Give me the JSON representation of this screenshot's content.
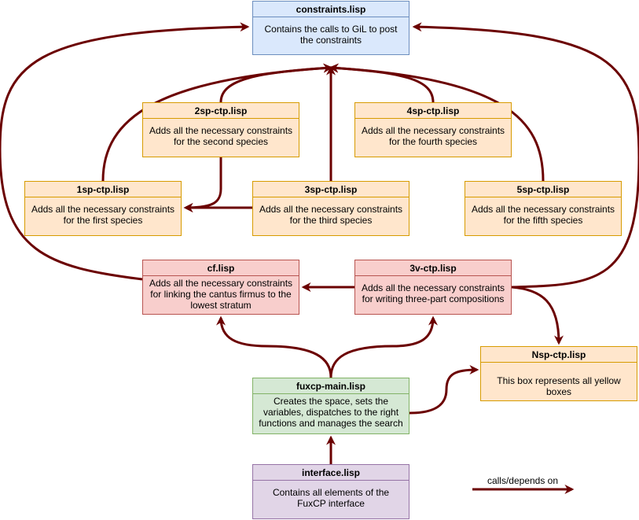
{
  "colors": {
    "arrow": "#6b0000",
    "blue": "#dae8fc",
    "orange": "#ffe6cc",
    "red": "#f8cecc",
    "green": "#d5e8d4",
    "purple": "#e1d5e7"
  },
  "nodes": {
    "constraints": {
      "title": "constraints.lisp",
      "desc": "Contains the calls to GiL to post the constraints"
    },
    "sp2": {
      "title": "2sp-ctp.lisp",
      "desc": "Adds all the necessary constraints for the second species"
    },
    "sp4": {
      "title": "4sp-ctp.lisp",
      "desc": "Adds all the necessary constraints for the fourth species"
    },
    "sp1": {
      "title": "1sp-ctp.lisp",
      "desc": "Adds all the necessary constraints for the first species"
    },
    "sp3": {
      "title": "3sp-ctp.lisp",
      "desc": "Adds all the necessary constraints for the third species"
    },
    "sp5": {
      "title": "5sp-ctp.lisp",
      "desc": "Adds all the necessary constraints for the fifth species"
    },
    "cf": {
      "title": "cf.lisp",
      "desc": "Adds all the necessary constraints for linking the cantus firmus to the lowest stratum"
    },
    "v3": {
      "title": "3v-ctp.lisp",
      "desc": "Adds all the necessary constraints for writing three-part compositions"
    },
    "nsp": {
      "title": "Nsp-ctp.lisp",
      "desc": "This box represents all yellow boxes"
    },
    "main": {
      "title": "fuxcp-main.lisp",
      "desc": "Creates the space, sets the variables, dispatches to the right functions and manages the search"
    },
    "interface": {
      "title": "interface.lisp",
      "desc": "Contains all elements of the FuxCP interface"
    }
  },
  "legend": {
    "label": "calls/depends on"
  }
}
